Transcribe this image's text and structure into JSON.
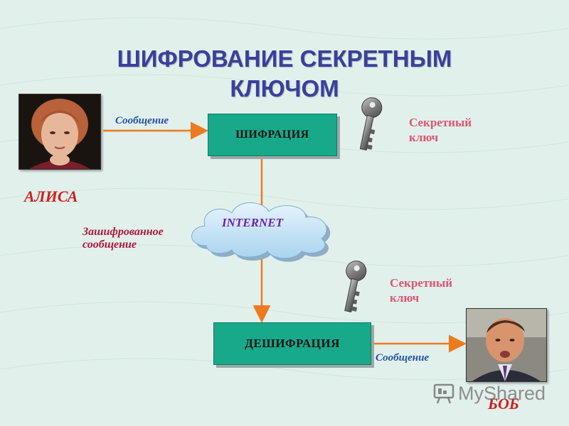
{
  "title": {
    "line1": "ШИФРОВАНИЕ СЕКРЕТНЫМ",
    "line2": "КЛЮЧОМ"
  },
  "sender": {
    "name": "АЛИСА",
    "message_label": "Сообщение"
  },
  "receiver": {
    "name": "БОБ",
    "message_label": "Сообщение"
  },
  "nodes": {
    "encrypt": "ШИФРАЦИЯ",
    "decrypt": "ДЕШИФРАЦИЯ",
    "network": "INTERNET"
  },
  "encrypted_message": {
    "line1": "Зашифрованное",
    "line2": "сообщение"
  },
  "keys": [
    {
      "line1": "Секретный",
      "line2": "ключ"
    },
    {
      "line1": "Секретный",
      "line2": "ключ"
    }
  ],
  "watermark": "MyShared",
  "colors": {
    "title": "#3a3f9e",
    "box": "#17a98a",
    "arrow": "#ee7a1f",
    "message": "#1f4fa8",
    "name": "#d11f1f",
    "key_label": "#e0566f",
    "cloud": "#cfe8f7"
  },
  "icons": [
    "key-icon",
    "cloud-icon",
    "person-photo",
    "myshared-logo-icon"
  ]
}
